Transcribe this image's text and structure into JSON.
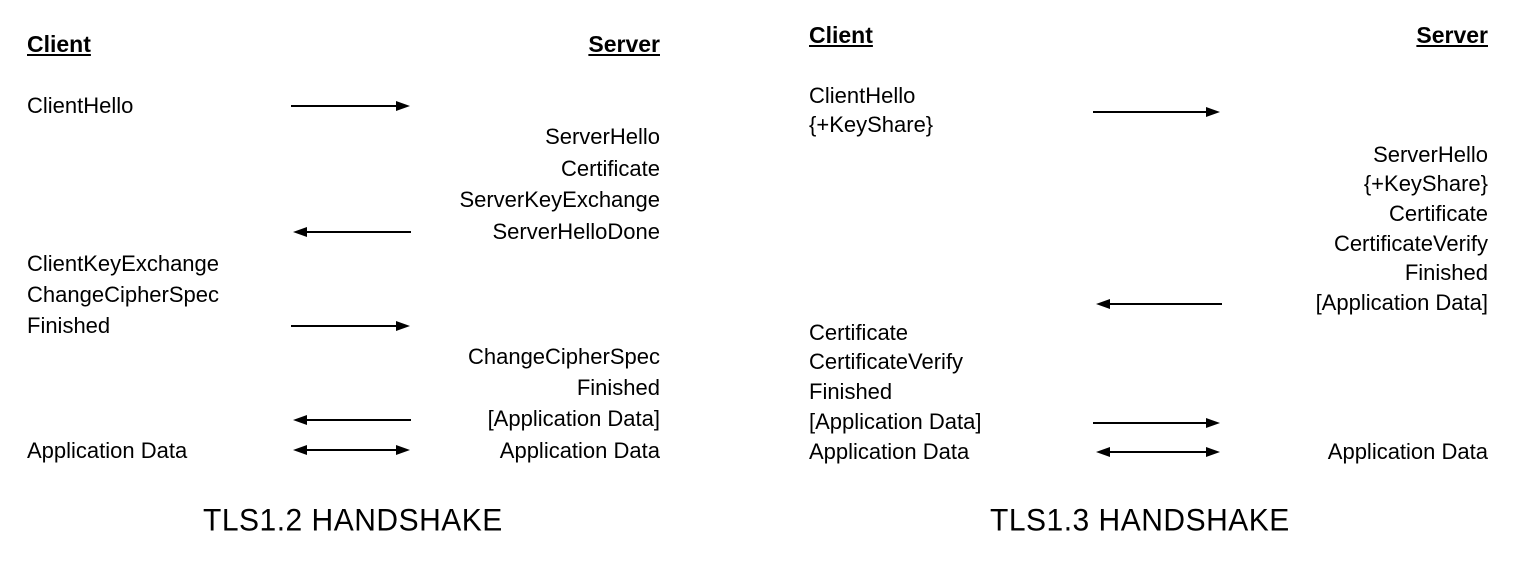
{
  "tls12": {
    "client_header": "Client",
    "server_header": "Server",
    "client_hello": "ClientHello",
    "server_msgs": [
      "ServerHello",
      "Certificate",
      "ServerKeyExchange",
      "ServerHelloDone"
    ],
    "client_msgs": [
      "ClientKeyExchange",
      "ChangeCipherSpec",
      "Finished"
    ],
    "server_msgs_2": [
      "ChangeCipherSpec",
      "Finished",
      "[Application Data]"
    ],
    "client_app_data": "Application Data",
    "server_app_data": "Application Data",
    "title": "TLS1.2 HANDSHAKE"
  },
  "tls13": {
    "client_header": "Client",
    "server_header": "Server",
    "client_hello": [
      "ClientHello",
      "{+KeyShare}"
    ],
    "server_msgs": [
      "ServerHello",
      "{+KeyShare}",
      "Certificate",
      "CertificateVerify",
      "Finished",
      "[Application Data]"
    ],
    "client_msgs": [
      "Certificate",
      "CertificateVerify",
      "Finished",
      "[Application Data]"
    ],
    "client_app_data": "Application Data",
    "server_app_data": "Application Data",
    "title": "TLS1.3 HANDSHAKE"
  },
  "arrow_color": "#000000"
}
